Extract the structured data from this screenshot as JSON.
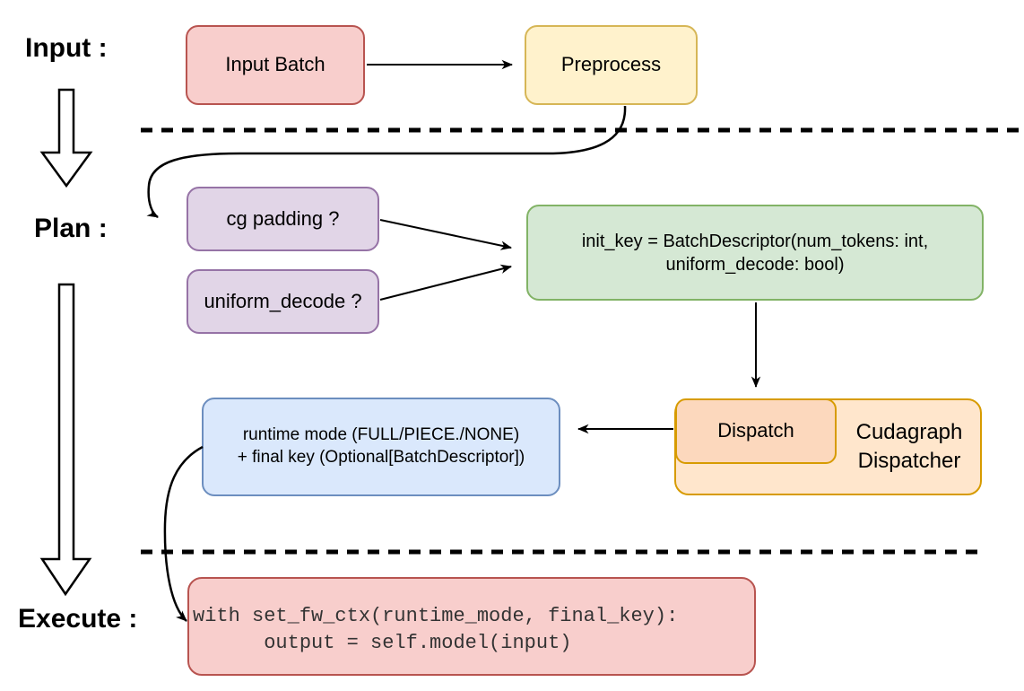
{
  "figure": {
    "stage_labels": {
      "input": "Input :",
      "plan": "Plan :",
      "execute": "Execute :"
    }
  },
  "nodes": {
    "input_batch": {
      "label": "Input Batch",
      "fill": "#F8CECC",
      "stroke": "#B85450"
    },
    "preprocess": {
      "label": "Preprocess",
      "fill": "#FFF2CC",
      "stroke": "#D6B656"
    },
    "cg_padding": {
      "label": "cg padding ?",
      "fill": "#E1D5E7",
      "stroke": "#9673A6"
    },
    "uniform_decode": {
      "label": "uniform_decode ?",
      "fill": "#E1D5E7",
      "stroke": "#9673A6"
    },
    "init_key": {
      "line1": "init_key = BatchDescriptor(num_tokens: int,",
      "line2": "uniform_decode: bool)",
      "fill": "#D5E8D4",
      "stroke": "#82B366"
    },
    "runtime_mode": {
      "line1": "runtime mode (FULL/PIECE./NONE)",
      "line2": "+ final key (Optional[BatchDescriptor])",
      "fill": "#DAE8FC",
      "stroke": "#6C8EBF"
    },
    "dispatch": {
      "label": "Dispatch",
      "fill": "#FCD8BD",
      "stroke": "#D79B00"
    },
    "cudagraph_dispatcher": {
      "line1": "Cudagraph",
      "line2": "Dispatcher",
      "fill": "#FFE6CC",
      "stroke": "#D79B00"
    },
    "execute_code": {
      "line1": "with set_fw_ctx(runtime_mode, final_key):",
      "line2": "      output = self.model(input)",
      "fill": "#F8CECC",
      "stroke": "#B85450",
      "text_color": "#333333"
    }
  },
  "colors": {
    "background": "#FFFFFF",
    "arrow": "#000000",
    "dashed_divider": "#000000"
  }
}
